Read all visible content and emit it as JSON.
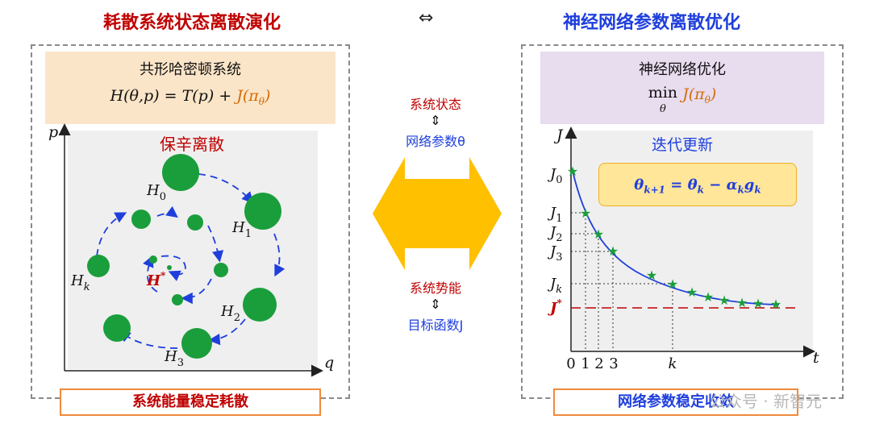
{
  "left": {
    "title": "耗散系统状态离散演化",
    "header_name": "共形哈密顿系统",
    "header_formula_main": "H(θ,p) = T(p) + ",
    "header_formula_j": "J(π",
    "header_formula_sub": "θ",
    "header_formula_close": ")",
    "plot_label": "保辛离散",
    "axis_x": "q",
    "axis_y": "p",
    "h_labels": [
      "H",
      "H",
      "H",
      "H"
    ],
    "h_subs": [
      "0",
      "1",
      "2",
      "3",
      "k"
    ],
    "h_k": "H",
    "h_star": "H",
    "h_star_sup": "*",
    "footer": "系统能量稳定耗散"
  },
  "equiv_symbol": "⇔",
  "middle": {
    "top_line1": "系统状态",
    "updown": "⇕",
    "top_line2": "网络参数θ",
    "bottom_line1": "系统势能",
    "bottom_line2": "目标函数J"
  },
  "right": {
    "title": "神经网络参数离散优化",
    "header_name": "神经网络优化",
    "header_min": "min",
    "header_min_sub": "θ",
    "header_j": "J(π",
    "header_j_sub": "θ",
    "header_j_close": ")",
    "plot_label": "迭代更新",
    "update_rule": "θk+1 = θk − αkgk",
    "axis_x": "t",
    "axis_y": "J",
    "y_labels": [
      "J0",
      "J1",
      "J2",
      "J3",
      "Jk"
    ],
    "j_star": "J*",
    "x_ticks": [
      "0",
      "1",
      "2",
      "3",
      "k"
    ],
    "footer": "网络参数稳定收敛"
  },
  "watermark": "公众号 · 新智元",
  "colors": {
    "red_title": "#c00000",
    "blue_title": "#1f3fdc",
    "green_ball": "#1a9e3c",
    "arrow_blue": "#1f3fdc",
    "orange_arrow": "#ffc000",
    "footer_border": "#f08a3c",
    "left_header_bg": "#fbe5c8",
    "right_header_bg": "#e8dcef",
    "plot_bg": "#efefef",
    "orange_j": "#d46b08"
  }
}
